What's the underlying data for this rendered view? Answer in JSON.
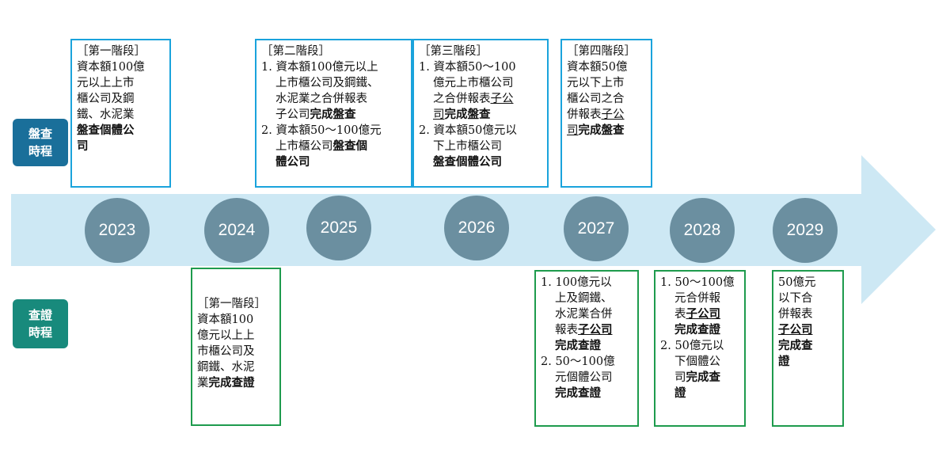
{
  "rows": {
    "check_label": [
      "盤查",
      "時程"
    ],
    "verify_label": [
      "查證",
      "時程"
    ]
  },
  "years": [
    "2023",
    "2024",
    "2025",
    "2026",
    "2027",
    "2028",
    "2029"
  ],
  "colors": {
    "arrow": "#cde8f4",
    "check_pill": "#1a6f9a",
    "verify_pill": "#188a7c",
    "year_circle": "#6b8fa0",
    "top_border": "#1aa3dc",
    "bottom_border": "#1e9b4d"
  },
  "check_boxes": [
    {
      "stage": "［第一階段］",
      "lines": [
        "資本額100億",
        "元以上上市",
        "櫃公司及鋼",
        "鐵、水泥業"
      ],
      "bold_lines": [
        "盤查個體公",
        "司"
      ]
    },
    {
      "stage": "［第二階段］",
      "item1": [
        "1. 資本額100億元以上",
        "上市櫃公司及鋼鐵、",
        "水泥業之合併報表",
        "子公司"
      ],
      "item1_bold": "完成盤查",
      "item2": [
        "2. 資本額50～100億元",
        "上市櫃公司"
      ],
      "item2_bold": [
        "盤查個",
        "體公司"
      ]
    },
    {
      "stage": "［第三階段］",
      "item1": [
        "1. 資本額50～100",
        "億元上市櫃公司",
        "之合併報表"
      ],
      "item1_ul": "子公",
      "item1_ul2": "司",
      "item1_bold": "完成盤查",
      "item2": [
        "2. 資本額50億元以",
        "下上市櫃公司"
      ],
      "item2_bold": "盤查個體公司"
    },
    {
      "stage": "［第四階段］",
      "lines": [
        "資本額50億",
        "元以下上市",
        "櫃公司之合",
        "併報表"
      ],
      "ul": "子公",
      "ul2": "司",
      "bold": "完成盤查"
    }
  ],
  "verify_boxes": [
    {
      "stage": "［第一階段］",
      "lines": [
        "資本額100",
        "億元以上上",
        "市櫃公司及",
        "鋼鐵、水泥",
        "業"
      ],
      "bold": "完成查證"
    },
    {
      "item1": [
        "1. 100億元以",
        "上及鋼鐵、",
        "水泥業合併",
        "報表"
      ],
      "item1_bu": "子公司",
      "item1_bold": "完成查證",
      "item2": [
        "2. 50～100億",
        "元個體公司"
      ],
      "item2_bold": "完成查證"
    },
    {
      "item1": [
        "1. 50～100億",
        "元合併報",
        "表"
      ],
      "item1_bu": "子公司",
      "item1_bold": "完成查證",
      "item2": [
        "2. 50億元以",
        "下個體公",
        "司"
      ],
      "item2_bold": "完成查",
      "item2_bold2": "證"
    },
    {
      "lines": [
        "50億元",
        "以下合",
        "併報表"
      ],
      "bu": "子公司",
      "bold": [
        "完成查",
        "證"
      ]
    }
  ]
}
